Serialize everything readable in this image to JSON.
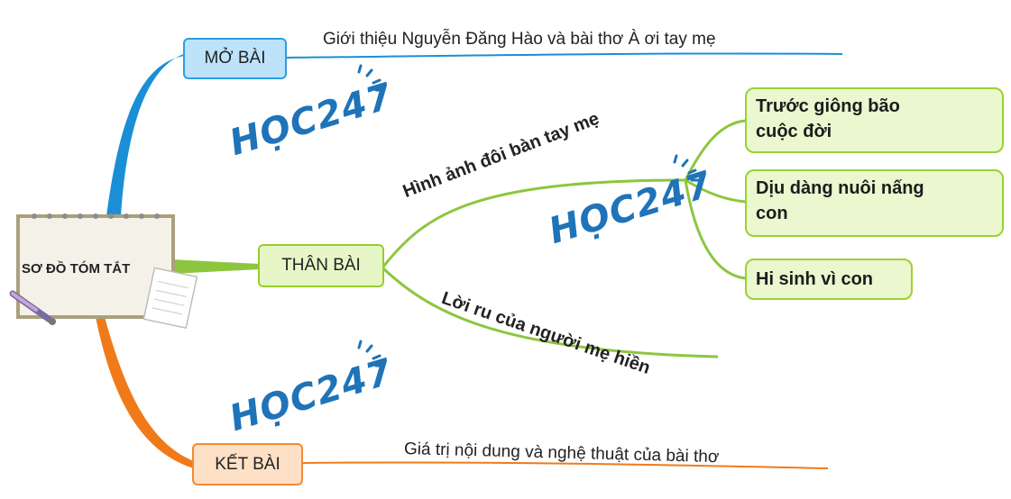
{
  "diagram": {
    "root": {
      "label": "SƠ ĐỒ TÓM TẮT"
    },
    "intro": {
      "label": "MỞ BÀI",
      "text": "Giới thiệu Nguyễn Đăng Hào và bài thơ À ơi tay mẹ",
      "color": "#1a8fd6"
    },
    "body": {
      "label": "THÂN BÀI",
      "color": "#8cc63f",
      "branch_hands": "Hình ảnh đôi bàn tay mẹ",
      "branch_lullaby": "Lời ru của người mẹ hiền",
      "leaves": [
        {
          "line1": "Trước giông bão",
          "line2": "cuộc đời"
        },
        {
          "line1": "Dịu dàng nuôi nấng",
          "line2": "con"
        },
        {
          "line1": "Hi sinh vì con",
          "line2": ""
        }
      ]
    },
    "conclusion": {
      "label": "KẾT BÀI",
      "text": "Giá trị nội dung và nghệ thuật của bài thơ",
      "color": "#f07a1a"
    },
    "watermark": "HỌC247"
  }
}
